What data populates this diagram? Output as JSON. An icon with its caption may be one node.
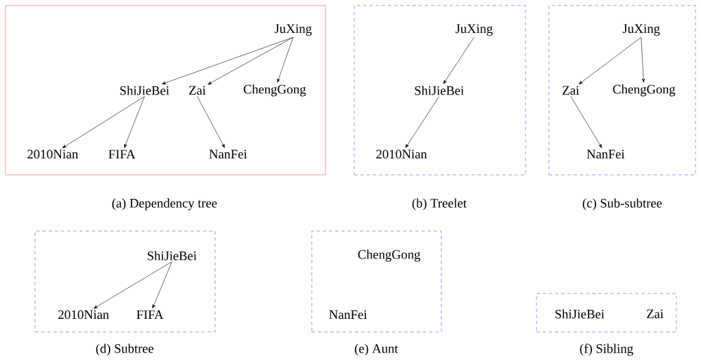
{
  "diagram": {
    "nodes": [
      {
        "text": [],
        "shape": "box",
        "beside": [
          "(a) Dependency tree"
        ]
      },
      {
        "text": [
          "JuXing"
        ],
        "in": 0
      },
      {
        "text": [
          "ShiJieBei"
        ],
        "in": 0
      },
      {
        "text": [
          "Zai"
        ],
        "in": 0
      },
      {
        "text": [
          "ChengGong"
        ],
        "in": 0
      },
      {
        "text": [
          "2010Nian"
        ],
        "in": 0
      },
      {
        "text": [
          "FIFA"
        ],
        "in": 0
      },
      {
        "text": [
          "NanFei"
        ],
        "in": 0
      },
      {
        "text": [],
        "shape": "box",
        "beside": [
          "(b) Treelet"
        ]
      },
      {
        "text": [
          "JuXing"
        ],
        "in": 8
      },
      {
        "text": [
          "ShiJieBei"
        ],
        "in": 8
      },
      {
        "text": [
          "2010Nian"
        ],
        "in": 8
      },
      {
        "text": [],
        "shape": "box",
        "beside": [
          "(c) Sub-subtree"
        ]
      },
      {
        "text": [
          "JuXing"
        ],
        "in": 12
      },
      {
        "text": [
          "Zai"
        ],
        "in": 12
      },
      {
        "text": [
          "ChengGong"
        ],
        "in": 12
      },
      {
        "text": [
          "NanFei"
        ],
        "in": 12
      },
      {
        "text": [],
        "shape": "box",
        "beside": [
          "(d) Subtree"
        ]
      },
      {
        "text": [
          "ShiJieBei"
        ],
        "in": 17
      },
      {
        "text": [
          "2010Nian"
        ],
        "in": 17
      },
      {
        "text": [
          "FIFA"
        ],
        "in": 17
      },
      {
        "text": [],
        "shape": "box",
        "beside": [
          "(e) Aunt"
        ]
      },
      {
        "text": [
          "ChengGong"
        ],
        "in": 21
      },
      {
        "text": [
          "NanFei"
        ],
        "in": 21
      },
      {
        "text": [],
        "shape": "box",
        "beside": [
          "(f) Sibling"
        ]
      },
      {
        "text": [
          "ShiJieBei"
        ],
        "in": 24
      },
      {
        "text": [
          "Zai"
        ],
        "in": 24
      }
    ],
    "edges": [
      {
        "from": 1,
        "to": 2,
        "arrow": "to"
      },
      {
        "from": 1,
        "to": 3,
        "arrow": "to"
      },
      {
        "from": 1,
        "to": 4,
        "arrow": "to"
      },
      {
        "from": 2,
        "to": 5,
        "arrow": "to"
      },
      {
        "from": 2,
        "to": 6,
        "arrow": "to"
      },
      {
        "from": 3,
        "to": 7,
        "arrow": "to"
      },
      {
        "from": 9,
        "to": 10,
        "arrow": "to"
      },
      {
        "from": 10,
        "to": 11,
        "arrow": "to"
      },
      {
        "from": 13,
        "to": 14,
        "arrow": "to"
      },
      {
        "from": 13,
        "to": 15,
        "arrow": "to"
      },
      {
        "from": 14,
        "to": 16,
        "arrow": "to"
      },
      {
        "from": 18,
        "to": 19,
        "arrow": "to"
      },
      {
        "from": 18,
        "to": 20,
        "arrow": "to"
      }
    ]
  }
}
